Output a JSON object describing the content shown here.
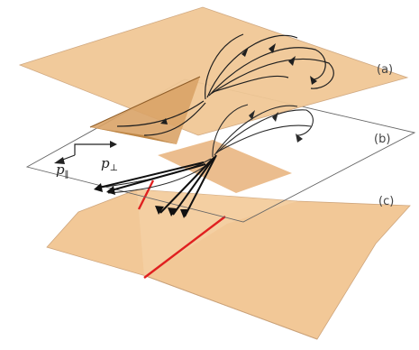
{
  "figure": {
    "labels": {
      "a": "(a)",
      "b": "(b)",
      "c": "(c)"
    },
    "axes": {
      "p_parallel_main": "p",
      "p_parallel_sub": "∥",
      "p_perp_main": "p",
      "p_perp_sub": "⊥"
    },
    "colors": {
      "sheet_fill": "#f1c896",
      "sheet_fill_light": "#f6d9b4",
      "sheet_edge": "#caa27a",
      "wedge_fill": "#d8a064",
      "wedge_dark": "#b77d45",
      "frame_line": "#555555",
      "flow_line": "#1f1f1f",
      "red_line": "#e02020",
      "overlap_fill": "#eab47a"
    }
  }
}
